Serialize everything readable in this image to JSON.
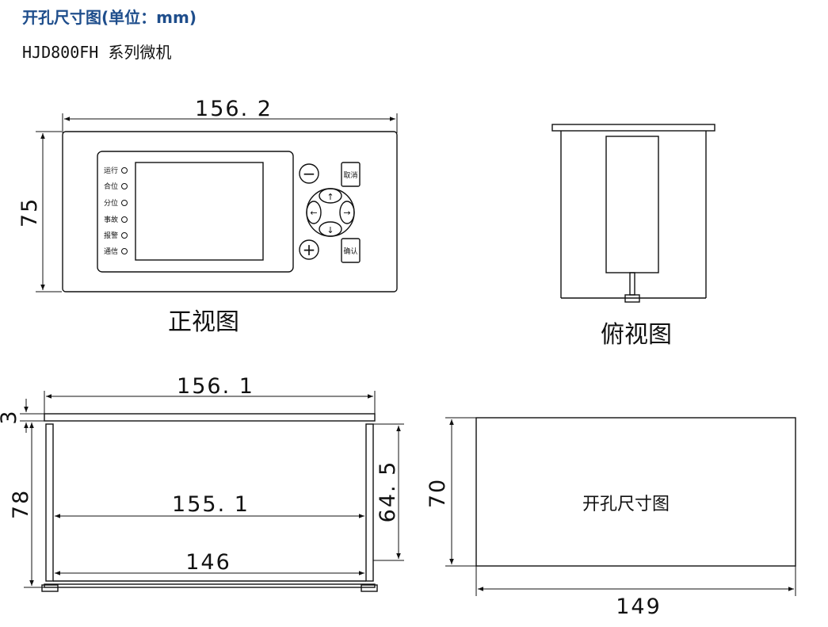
{
  "header": {
    "title": "开孔尺寸图(单位：mm)",
    "subtitle": "HJD800FH 系列微机"
  },
  "front_view": {
    "width_dim": "156. 2",
    "height_dim": "75",
    "caption": "正视图",
    "indicators": [
      "运行",
      "合位",
      "分位",
      "事故",
      "报警",
      "通信"
    ],
    "minus_symbol": "−",
    "plus_symbol": "+",
    "cancel_label": "取消",
    "confirm_label": "确认",
    "arrow_up": "↑",
    "arrow_down": "↓",
    "arrow_left": "←",
    "arrow_right": "→"
  },
  "top_view": {
    "caption": "俯视图"
  },
  "side_view": {
    "overall_width_dim": "156. 1",
    "flange_thickness_dim": "3",
    "height_dim": "78",
    "inner_width_dim": "155. 1",
    "inner_height_dim": "64. 5",
    "base_width_dim": "146"
  },
  "cutout": {
    "label": "开孔尺寸图",
    "height_dim": "70",
    "width_dim": "149"
  }
}
